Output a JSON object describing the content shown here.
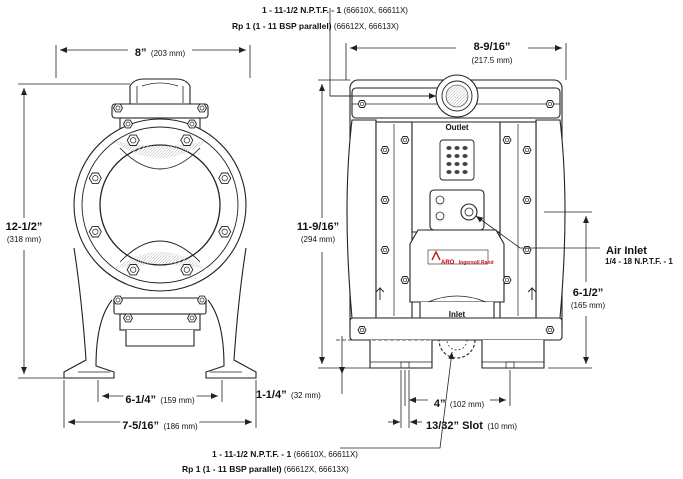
{
  "dimensions": {
    "width_front": {
      "value": "8”",
      "metric": "(203 mm)"
    },
    "height_front": {
      "value": "12-1/2”",
      "metric": "(318 mm)"
    },
    "base_inner": {
      "value": "6-1/4”",
      "metric": "(159 mm)"
    },
    "base_outer": {
      "value": "7-5/16”",
      "metric": "(186 mm)"
    },
    "width_side": {
      "value": "8-9/16”",
      "metric": "(217.5 mm)"
    },
    "height_side": {
      "value": "11-9/16”",
      "metric": "(294 mm)"
    },
    "air_height": {
      "value": "6-1/2”",
      "metric": "(165 mm)"
    },
    "inlet_height": {
      "value": "1-1/4”",
      "metric": "(32 mm)"
    },
    "foot_spacing": {
      "value": "4”",
      "metric": "(102 mm)"
    },
    "slot": {
      "value": "13/32” Slot",
      "metric": "(10 mm)"
    }
  },
  "outlet_note": {
    "line1_main": "1 - 11-1/2 N.P.T.F. - 1",
    "line1_parts": "(66610X, 66611X)",
    "line2_main": "Rp 1 (1 - 11 BSP parallel)",
    "line2_parts": "(66612X, 66613X)"
  },
  "inlet_note": {
    "line1_main": "1 - 11-1/2 N.P.T.F. - 1",
    "line1_parts": "(66610X, 66611X)",
    "line2_main": "Rp 1 (1 - 11 BSP parallel)",
    "line2_parts": "(66612X, 66613X)"
  },
  "air_inlet": {
    "label": "Air Inlet",
    "spec": "1/4 - 18 N.P.T.F. - 1"
  },
  "labels": {
    "outlet": "Outlet",
    "inlet": "Inlet"
  },
  "brand": {
    "logo_text": "ARO",
    "plate_text": "Ingersoll Rand"
  },
  "colors": {
    "line": "#222222",
    "metal": "#ffffff",
    "brand_red": "#c0161b"
  }
}
